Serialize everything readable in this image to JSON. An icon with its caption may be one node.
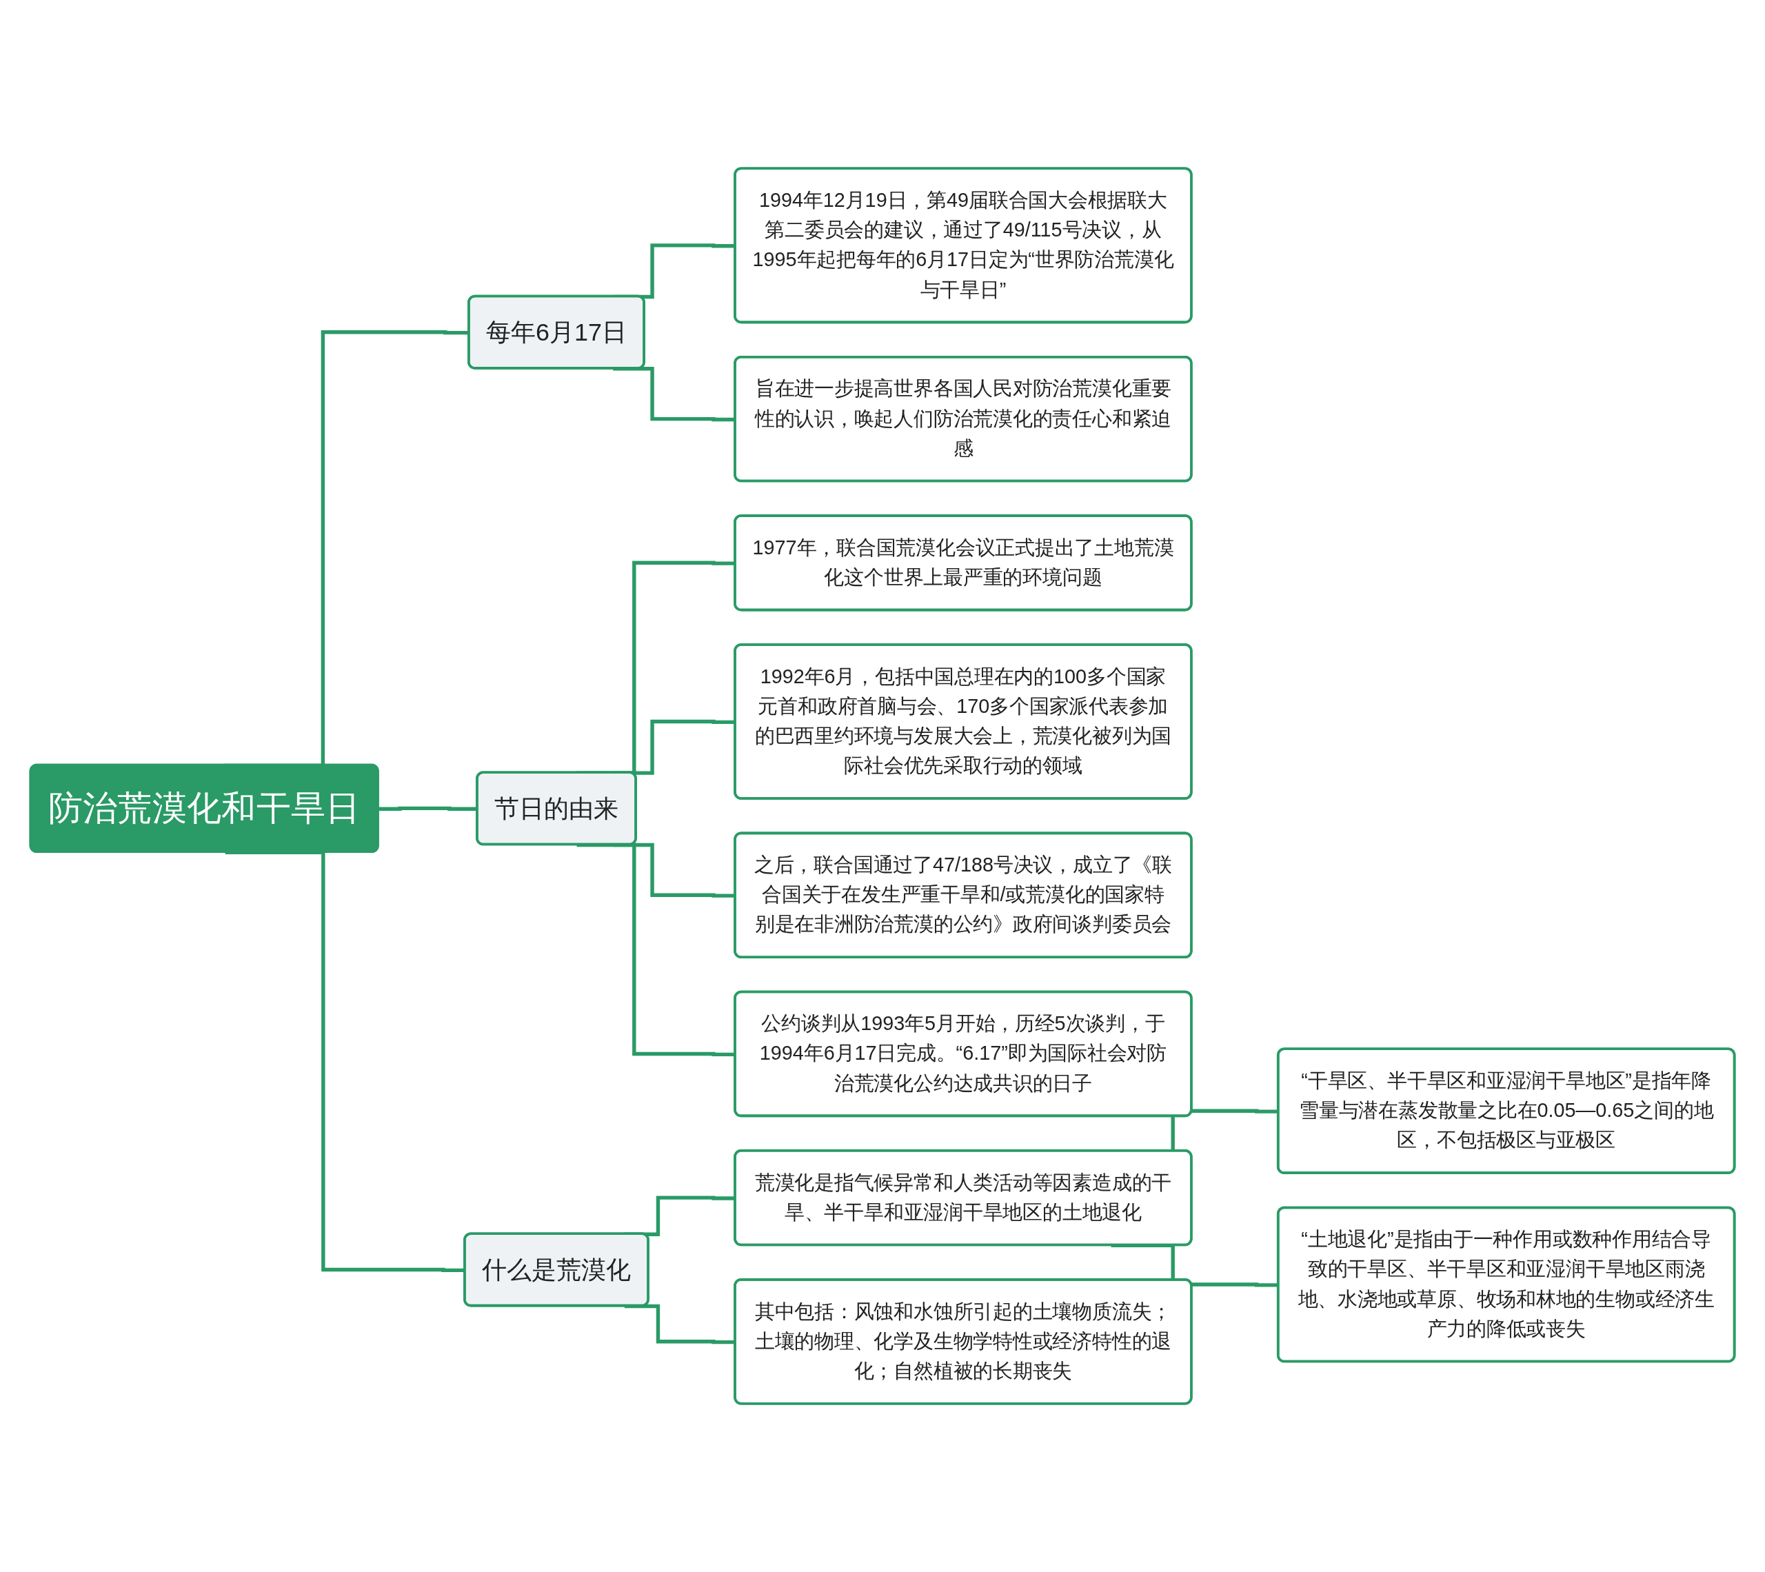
{
  "diagram": {
    "nodes": [
      {
        "text": [
          "防治荒漠化和干旱日"
        ]
      },
      {
        "text": [
          "每年6月17日"
        ]
      },
      {
        "text": [
          "1994年12月19日，第49届联合国大会根据联大第二委员会的建议，通过了49/115号决议，从1995年起把每年的6月17日定为“世界防治荒漠化与干旱日”"
        ]
      },
      {
        "text": [
          "旨在进一步提高世界各国人民对防治荒漠化重要性的认识，唤起人们防治荒漠化的责任心和紧迫感"
        ]
      },
      {
        "text": [
          "节日的由来"
        ]
      },
      {
        "text": [
          "1977年，联合国荒漠化会议正式提出了土地荒漠化这个世界上最严重的环境问题"
        ]
      },
      {
        "text": [
          "1992年6月，包括中国总理在内的100多个国家元首和政府首脑与会、170多个国家派代表参加的巴西里约环境与发展大会上，荒漠化被列为国际社会优先采取行动的领域"
        ]
      },
      {
        "text": [
          "之后，联合国通过了47/188号决议，成立了《联合国关于在发生严重干旱和/或荒漠化的国家特别是在非洲防治荒漠的公约》政府间谈判委员会"
        ]
      },
      {
        "text": [
          "公约谈判从1993年5月开始，历经5次谈判，于1994年6月17日完成。“6.17”即为国际社会对防治荒漠化公约达成共识的日子"
        ]
      },
      {
        "text": [
          "什么是荒漠化"
        ]
      },
      {
        "text": [
          "荒漠化是指气候异常和人类活动等因素造成的干旱、半干旱和亚湿润干旱地区的土地退化"
        ]
      },
      {
        "text": [
          "“干旱区、半干旱区和亚湿润干旱地区”是指年降雪量与潜在蒸发散量之比在0.05—0.65之间的地区，不包括极区与亚极区"
        ]
      },
      {
        "text": [
          "“土地退化”是指由于一种作用或数种作用结合导致的干旱区、半干旱区和亚湿润干旱地区雨浇地、水浇地或草原、牧场和林地的生物或经济生产力的降低或丧失"
        ]
      },
      {
        "text": [
          "其中包括：风蚀和水蚀所引起的土壤物质流失；土壤的物理、化学及生物学特性或经济特性的退化；自然植被的长期丧失"
        ]
      }
    ],
    "edges": [
      {
        "from": 0,
        "to": 1,
        "arrow": "none"
      },
      {
        "from": 1,
        "to": 2,
        "arrow": "none"
      },
      {
        "from": 1,
        "to": 3,
        "arrow": "none"
      },
      {
        "from": 0,
        "to": 4,
        "arrow": "none"
      },
      {
        "from": 4,
        "to": 5,
        "arrow": "none"
      },
      {
        "from": 4,
        "to": 6,
        "arrow": "none"
      },
      {
        "from": 4,
        "to": 7,
        "arrow": "none"
      },
      {
        "from": 4,
        "to": 8,
        "arrow": "none"
      },
      {
        "from": 0,
        "to": 9,
        "arrow": "none"
      },
      {
        "from": 9,
        "to": 10,
        "arrow": "none"
      },
      {
        "from": 10,
        "to": 11,
        "arrow": "none"
      },
      {
        "from": 10,
        "to": 12,
        "arrow": "none"
      },
      {
        "from": 9,
        "to": 13,
        "arrow": "none"
      }
    ]
  }
}
